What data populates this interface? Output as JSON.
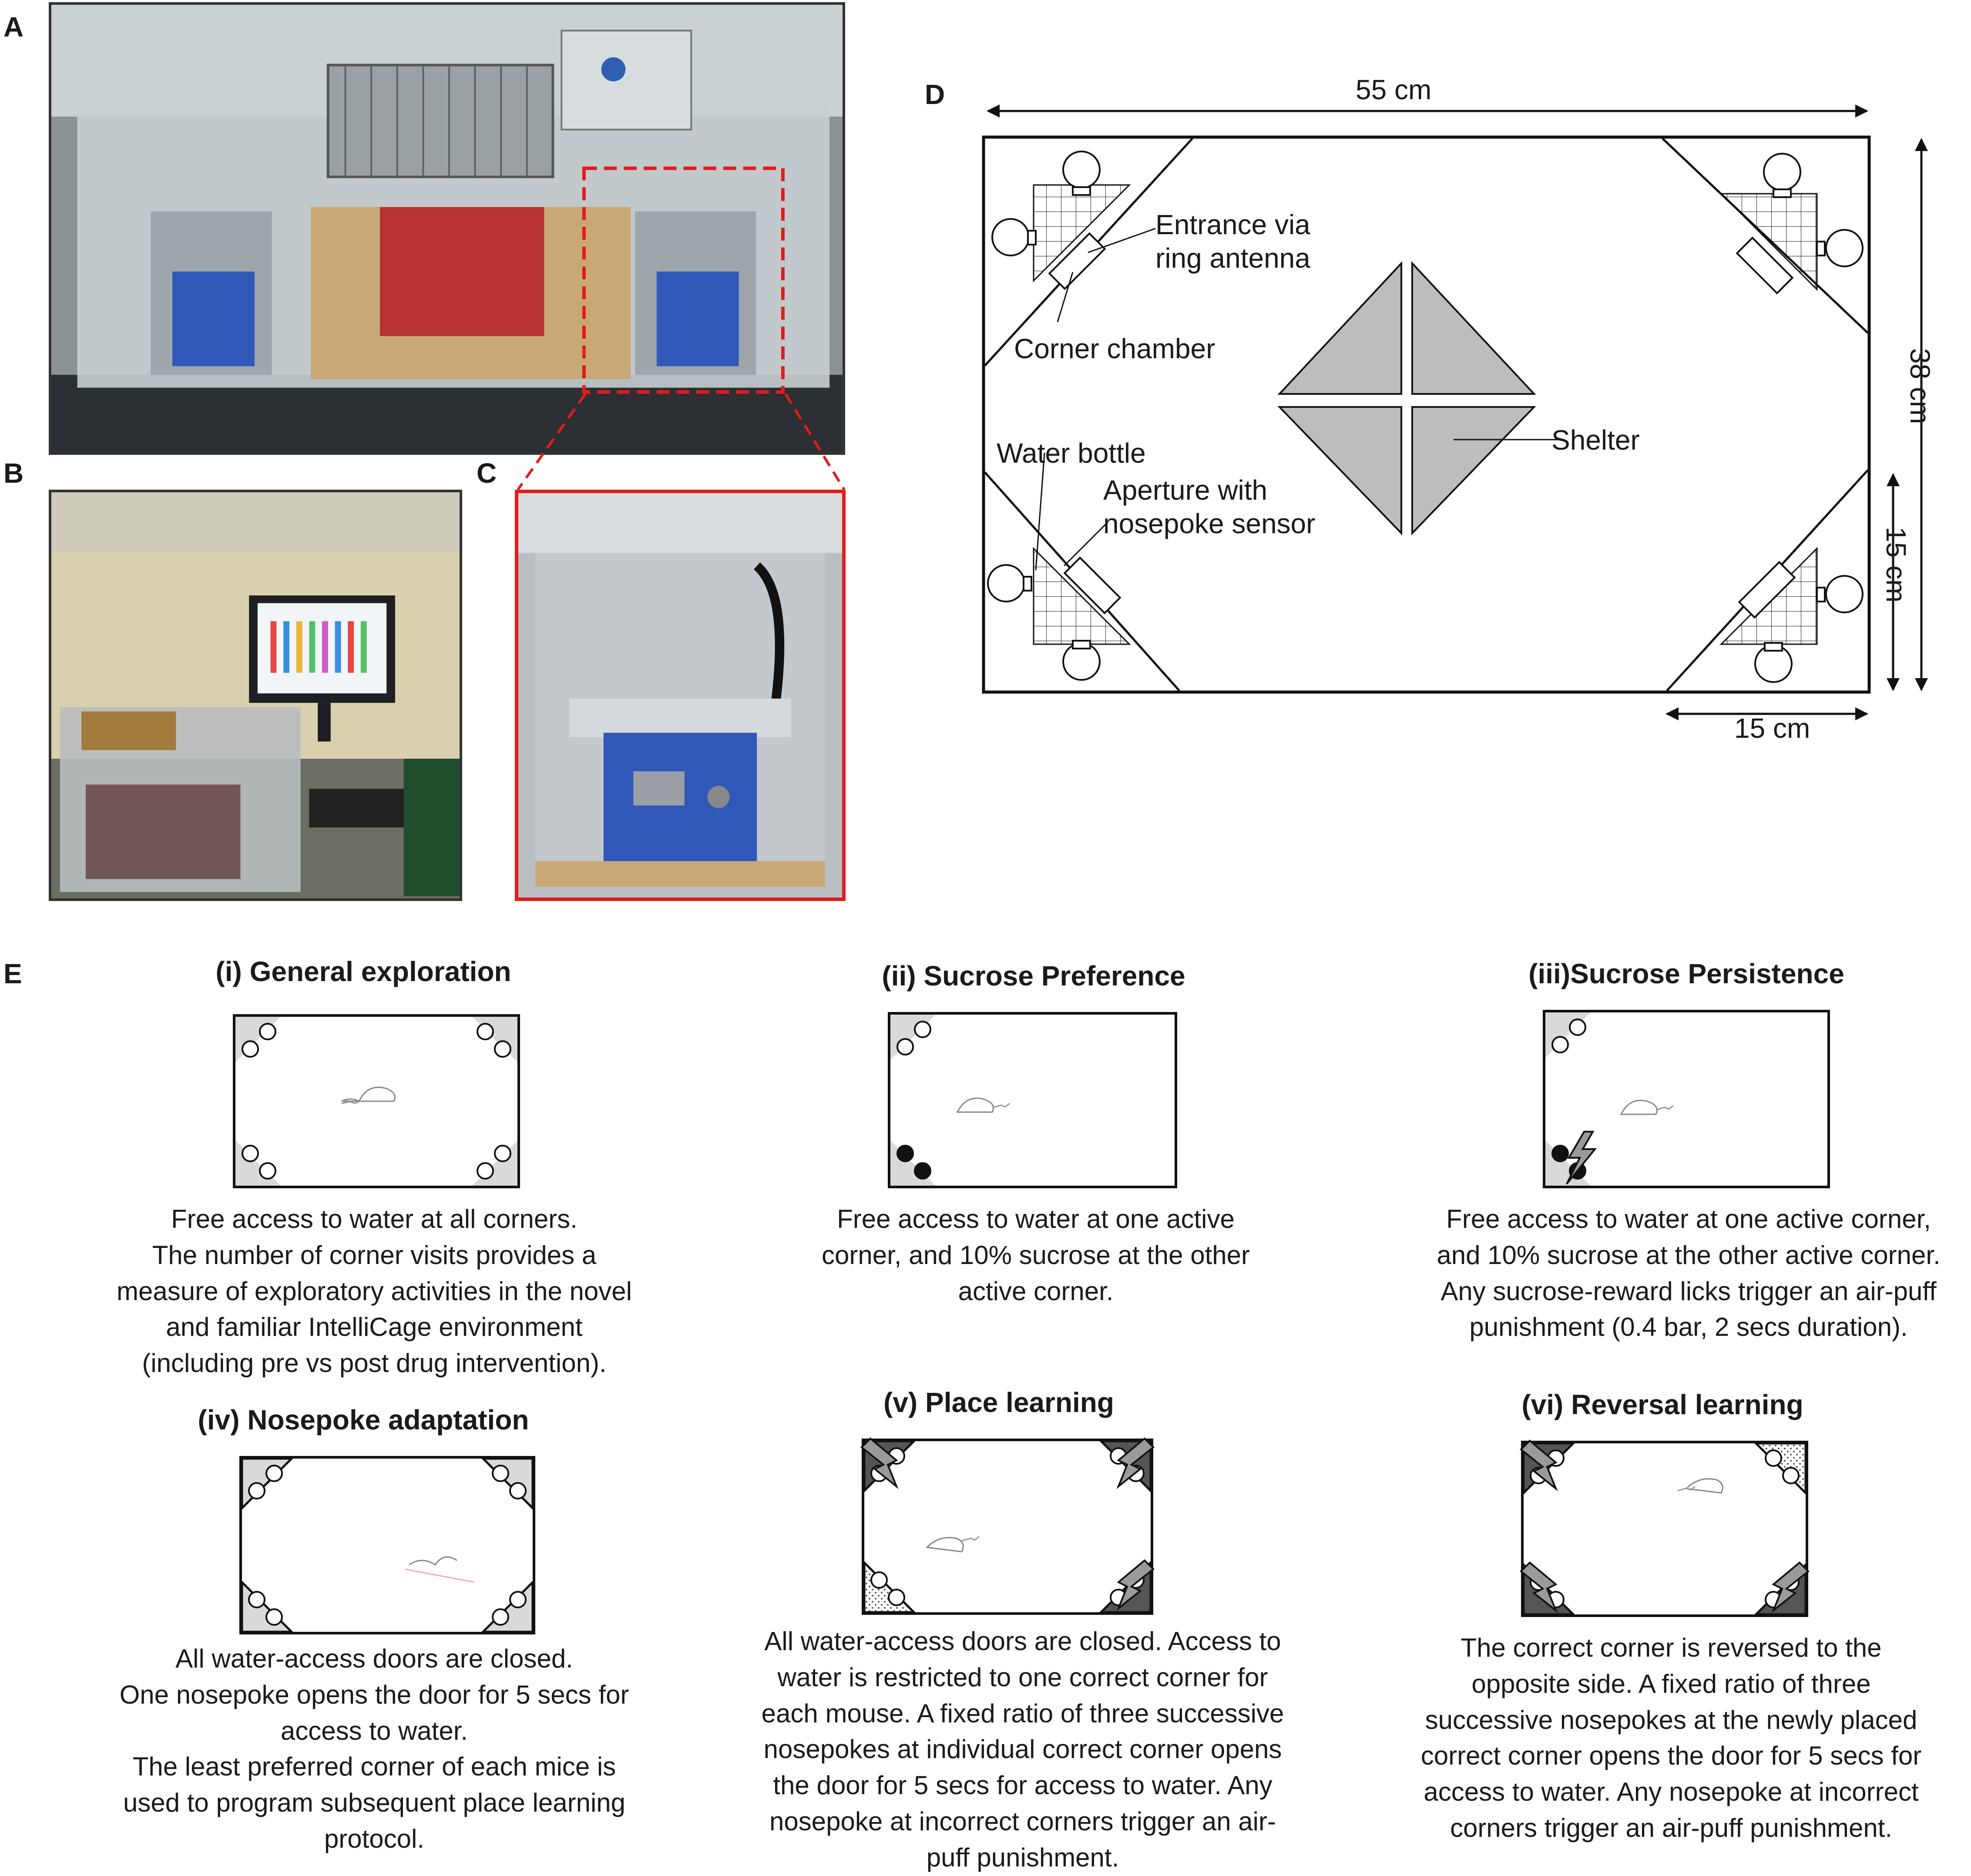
{
  "panels": {
    "a": "A",
    "b": "B",
    "c": "C",
    "d": "D",
    "e": "E"
  },
  "diagram": {
    "width_label": "55 cm",
    "height_label": "38 cm",
    "inner_height_label": "15 cm",
    "inner_width_label": "15 cm",
    "entrance_line1": "Entrance via",
    "entrance_line2": "ring antenna",
    "corner_chamber": "Corner chamber",
    "water_bottle": "Water bottle",
    "aperture_line1": "Aperture with",
    "aperture_line2": "nosepoke sensor",
    "shelter": "Shelter"
  },
  "protocols": [
    {
      "title": "(i) General exploration",
      "lines": [
        "Free access to water at all corners.",
        "The number of corner visits provides a",
        "measure of exploratory activities in the novel",
        "and familiar IntelliCage environment",
        "(including pre vs post drug intervention)."
      ]
    },
    {
      "title": "(ii) Sucrose Preference",
      "lines": [
        "Free access to water at one active",
        "corner, and 10% sucrose at the other",
        "active corner."
      ]
    },
    {
      "title": "(iii)Sucrose Persistence",
      "lines": [
        "Free access to water at one active corner,",
        "and 10% sucrose at the other active corner.",
        "Any sucrose-reward licks trigger an air-puff",
        "punishment (0.4 bar, 2 secs duration)."
      ]
    },
    {
      "title": "(iv) Nosepoke adaptation",
      "lines": [
        "All water-access doors are closed.",
        "One nosepoke opens the door for 5 secs for",
        "access to water.",
        "The least preferred corner of each mice is",
        "used to program subsequent place learning",
        "protocol."
      ]
    },
    {
      "title": "(v) Place learning",
      "lines": [
        "All water-access doors are closed. Access to",
        "water is restricted to one correct corner for",
        "each mouse. A fixed ratio of three successive",
        "nosepokes at individual correct corner opens",
        "the door for 5 secs for access to water. Any",
        "nosepoke at incorrect corners trigger an air-",
        "puff punishment."
      ]
    },
    {
      "title": "(vi) Reversal learning",
      "lines": [
        "The correct corner is reversed to the",
        "opposite side. A fixed ratio of three",
        "successive nosepokes at the newly placed",
        "correct corner opens the door for 5 secs for",
        "access to water. Any nosepoke at incorrect",
        "corners trigger an air-puff punishment."
      ]
    }
  ]
}
